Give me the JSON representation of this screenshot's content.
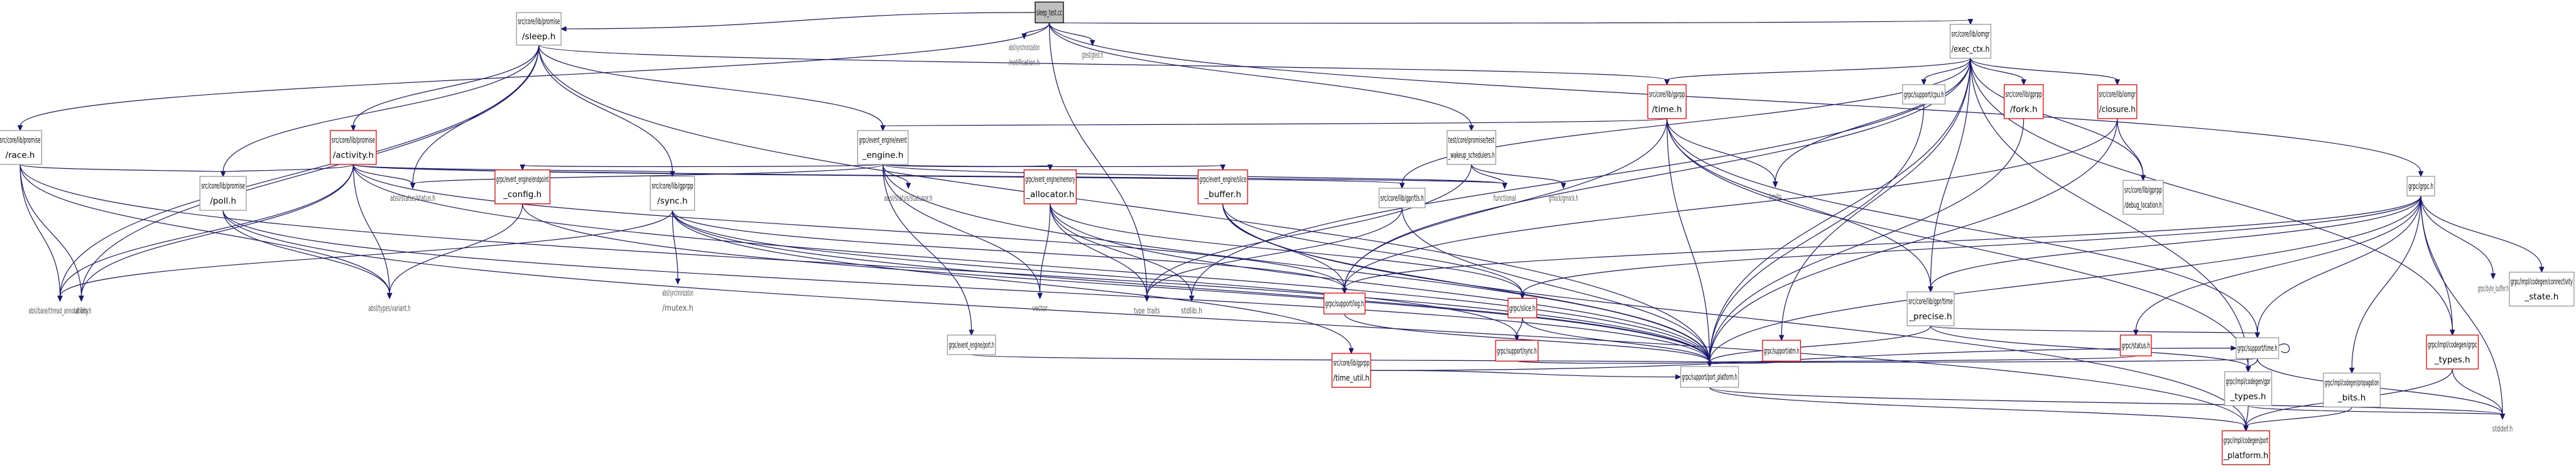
{
  "graph": {
    "title": "sleep_test.cc",
    "colors": {
      "edge": "#191970",
      "node_border": "#999999",
      "missing_border": "#ff0000",
      "root_fill": "#bfbfbf"
    },
    "nodes": [
      {
        "id": "root",
        "lines": [
          "sleep_test.cc"
        ],
        "style": "root"
      },
      {
        "id": "promise_sleep",
        "lines": [
          "src/core/lib/promise",
          "/sleep.h"
        ],
        "style": "normal"
      },
      {
        "id": "absl_notification",
        "lines": [
          "absl/synchronization",
          "/notification.h"
        ],
        "style": "plain"
      },
      {
        "id": "gtest",
        "lines": [
          "gtest/gtest.h"
        ],
        "style": "plain"
      },
      {
        "id": "exec_ctx",
        "lines": [
          "src/core/lib/iomgr",
          "/exec_ctx.h"
        ],
        "style": "normal"
      },
      {
        "id": "promise_race",
        "lines": [
          "src/core/lib/promise",
          "/race.h"
        ],
        "style": "normal"
      },
      {
        "id": "utility",
        "lines": [
          "utility"
        ],
        "style": "plain"
      },
      {
        "id": "promise_activity",
        "lines": [
          "src/core/lib/promise",
          "/activity.h"
        ],
        "style": "red"
      },
      {
        "id": "ee_event_engine",
        "lines": [
          "grpc/event_engine/event",
          "_engine.h"
        ],
        "style": "normal"
      },
      {
        "id": "test_wakeup",
        "lines": [
          "test/core/promise/test",
          "_wakeup_schedulers.h"
        ],
        "style": "normal"
      },
      {
        "id": "gprpp_time",
        "lines": [
          "src/core/lib/gprpp",
          "/time.h"
        ],
        "style": "red"
      },
      {
        "id": "limits",
        "lines": [
          "limits"
        ],
        "style": "plain"
      },
      {
        "id": "support_cpu",
        "lines": [
          "grpc/support/cpu.h"
        ],
        "style": "normal"
      },
      {
        "id": "gprpp_fork",
        "lines": [
          "src/core/lib/gprpp",
          "/fork.h"
        ],
        "style": "red"
      },
      {
        "id": "iomgr_closure",
        "lines": [
          "src/core/lib/iomgr",
          "/closure.h"
        ],
        "style": "red"
      },
      {
        "id": "debug_location",
        "lines": [
          "src/core/lib/gprpp",
          "/debug_location.h"
        ],
        "style": "normal"
      },
      {
        "id": "promise_poll",
        "lines": [
          "src/core/lib/promise",
          "/poll.h"
        ],
        "style": "normal"
      },
      {
        "id": "ee_endpoint_config",
        "lines": [
          "grpc/event_engine/endpoint",
          "_config.h"
        ],
        "style": "red"
      },
      {
        "id": "gprpp_sync",
        "lines": [
          "src/core/lib/gprpp",
          "/sync.h"
        ],
        "style": "normal"
      },
      {
        "id": "absl_status",
        "lines": [
          "absl/status/status.h"
        ],
        "style": "plain"
      },
      {
        "id": "absl_statusor",
        "lines": [
          "absl/status/statusor.h"
        ],
        "style": "plain"
      },
      {
        "id": "ee_memory_allocator",
        "lines": [
          "grpc/event_engine/memory",
          "_allocator.h"
        ],
        "style": "red"
      },
      {
        "id": "ee_slice_buffer",
        "lines": [
          "grpc/event_engine/slice",
          "_buffer.h"
        ],
        "style": "red"
      },
      {
        "id": "gprtls",
        "lines": [
          "src/core/lib/gpr/tls.h"
        ],
        "style": "normal"
      },
      {
        "id": "functional",
        "lines": [
          "functional"
        ],
        "style": "plain"
      },
      {
        "id": "gmock",
        "lines": [
          "gmock/gmock.h"
        ],
        "style": "plain"
      },
      {
        "id": "grpc_h",
        "lines": [
          "grpc/grpc.h"
        ],
        "style": "normal"
      },
      {
        "id": "byte_buffer",
        "lines": [
          "grpc/byte_buffer.h"
        ],
        "style": "plain"
      },
      {
        "id": "connectivity_state",
        "lines": [
          "grpc/impl/codegen/connectivity",
          "_state.h"
        ],
        "style": "normal"
      },
      {
        "id": "thread_annotations",
        "lines": [
          "absl/base/thread_annotations.h"
        ],
        "style": "plain"
      },
      {
        "id": "absl_variant",
        "lines": [
          "absl/types/variant.h"
        ],
        "style": "plain"
      },
      {
        "id": "absl_mutex",
        "lines": [
          "absl/synchronization",
          "/mutex.h"
        ],
        "style": "plain"
      },
      {
        "id": "vector",
        "lines": [
          "vector"
        ],
        "style": "plain"
      },
      {
        "id": "type_traits",
        "lines": [
          "type_traits"
        ],
        "style": "plain"
      },
      {
        "id": "stdlib",
        "lines": [
          "stdlib.h"
        ],
        "style": "plain"
      },
      {
        "id": "support_log",
        "lines": [
          "grpc/support/log.h"
        ],
        "style": "red"
      },
      {
        "id": "grpc_slice",
        "lines": [
          "grpc/slice.h"
        ],
        "style": "red"
      },
      {
        "id": "time_precise",
        "lines": [
          "src/core/lib/gpr/time",
          "_precise.h"
        ],
        "style": "normal"
      },
      {
        "id": "ee_port",
        "lines": [
          "grpc/event_engine/port.h"
        ],
        "style": "normal"
      },
      {
        "id": "gprpp_time_util",
        "lines": [
          "src/core/lib/gprpp",
          "/time_util.h"
        ],
        "style": "red"
      },
      {
        "id": "support_sync",
        "lines": [
          "grpc/support/sync.h"
        ],
        "style": "red"
      },
      {
        "id": "support_atm",
        "lines": [
          "grpc/support/atm.h"
        ],
        "style": "red"
      },
      {
        "id": "support_status",
        "lines": [
          "grpc/status.h"
        ],
        "style": "red"
      },
      {
        "id": "support_time",
        "lines": [
          "grpc/support/time.h"
        ],
        "style": "normal"
      },
      {
        "id": "codegen_grpc_types",
        "lines": [
          "grpc/impl/codegen/grpc",
          "_types.h"
        ],
        "style": "red"
      },
      {
        "id": "port_platform",
        "lines": [
          "grpc/support/port_platform.h"
        ],
        "style": "normal"
      },
      {
        "id": "codegen_gpr_types",
        "lines": [
          "grpc/impl/codegen/gpr",
          "_types.h"
        ],
        "style": "normal"
      },
      {
        "id": "propagation_bits",
        "lines": [
          "grpc/impl/codegen/propagation",
          "_bits.h"
        ],
        "style": "normal"
      },
      {
        "id": "codegen_port_platform",
        "lines": [
          "grpc/impl/codegen/port",
          "_platform.h"
        ],
        "style": "red"
      },
      {
        "id": "stddef",
        "lines": [
          "stddef.h"
        ],
        "style": "plain"
      }
    ]
  }
}
